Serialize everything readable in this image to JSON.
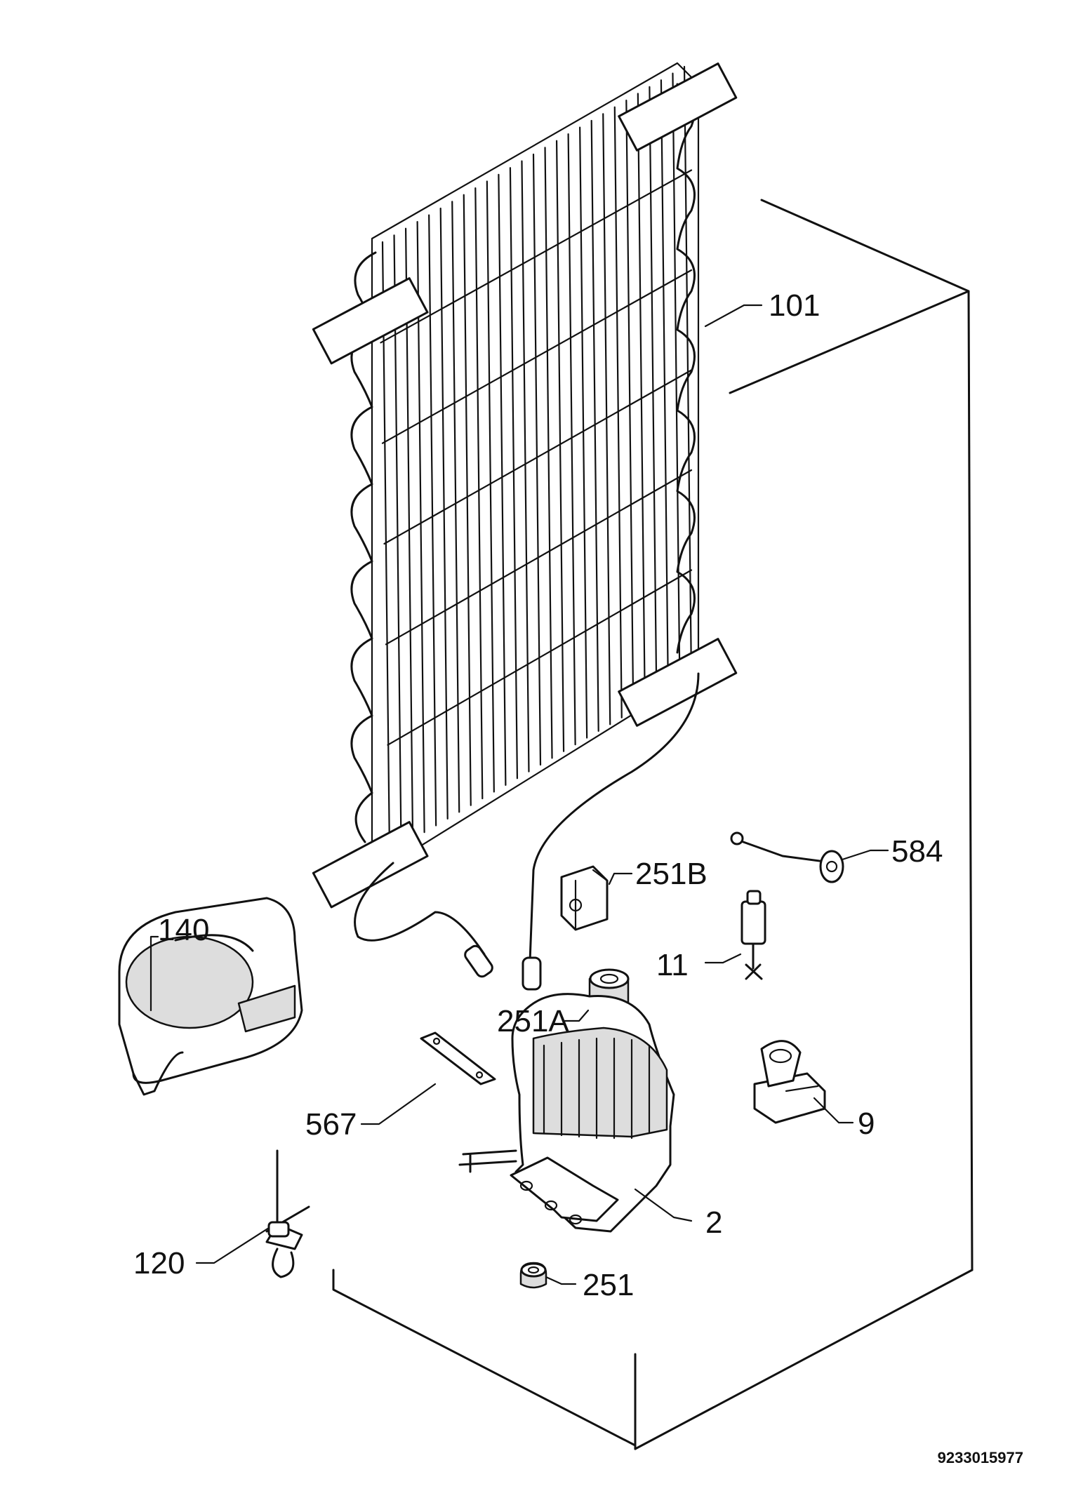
{
  "document_id": "9233015977",
  "callouts": [
    {
      "id": "condenser",
      "label": "101"
    },
    {
      "id": "drier-clip",
      "label": "251B"
    },
    {
      "id": "thermal-fuse",
      "label": "584"
    },
    {
      "id": "drip-tray",
      "label": "140"
    },
    {
      "id": "capacitor",
      "label": "11"
    },
    {
      "id": "grommet-sleeve",
      "label": "251A"
    },
    {
      "id": "relay",
      "label": "9"
    },
    {
      "id": "bracket",
      "label": "567"
    },
    {
      "id": "compressor",
      "label": "2"
    },
    {
      "id": "service-valve",
      "label": "120"
    },
    {
      "id": "rubber-foot",
      "label": "251"
    }
  ]
}
